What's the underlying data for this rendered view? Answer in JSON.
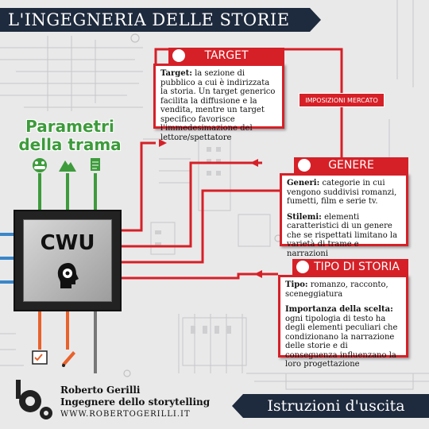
{
  "header": {
    "title": "L'INGEGNERIA DELLE STORIE"
  },
  "parameters": {
    "title": "Parametri della trama"
  },
  "chip": {
    "label": "CWU"
  },
  "market": {
    "label": "IMPOSIZIONI MERCATO"
  },
  "target": {
    "title": "TARGET",
    "term": "Target:",
    "text": "la sezione di pubblico a cui è indirizzata la storia. Un target generico facilita la diffusione e la vendita, mentre un target specifico favorisce l'immedesimazione del lettore/spettatore"
  },
  "genere": {
    "title": "GENERE",
    "generi_term": "Generi:",
    "generi_text": "categorie in cui vengono suddivisi romanzi, fumetti, film e serie tv.",
    "stilemi_term": "Stilemi:",
    "stilemi_text": "elementi caratteristici di un genere che se rispettati limitano la varietà di trame e narrazioni"
  },
  "tipo": {
    "title": "TIPO DI STORIA",
    "tipo_term": "Tipo:",
    "tipo_text": "romanzo, racconto, sceneggiatura",
    "scelta_term": "Importanza della scelta:",
    "scelta_text": "ogni tipologia di testo ha degli elementi peculiari che condizionano la narrazione delle storie e di conseguenza influenzano la loro progettazione"
  },
  "author": {
    "name": "Roberto Gerilli",
    "role": "Ingegnere dello storytelling",
    "site": "WWW.ROBERTOGERILLI.IT"
  },
  "footer": {
    "title": "Istruzioni d'uscita"
  },
  "colors": {
    "red": "#d62027",
    "navy": "#1e2a3d",
    "green": "#3d9b3b",
    "orange": "#e8622a",
    "blue": "#3a86c8"
  }
}
